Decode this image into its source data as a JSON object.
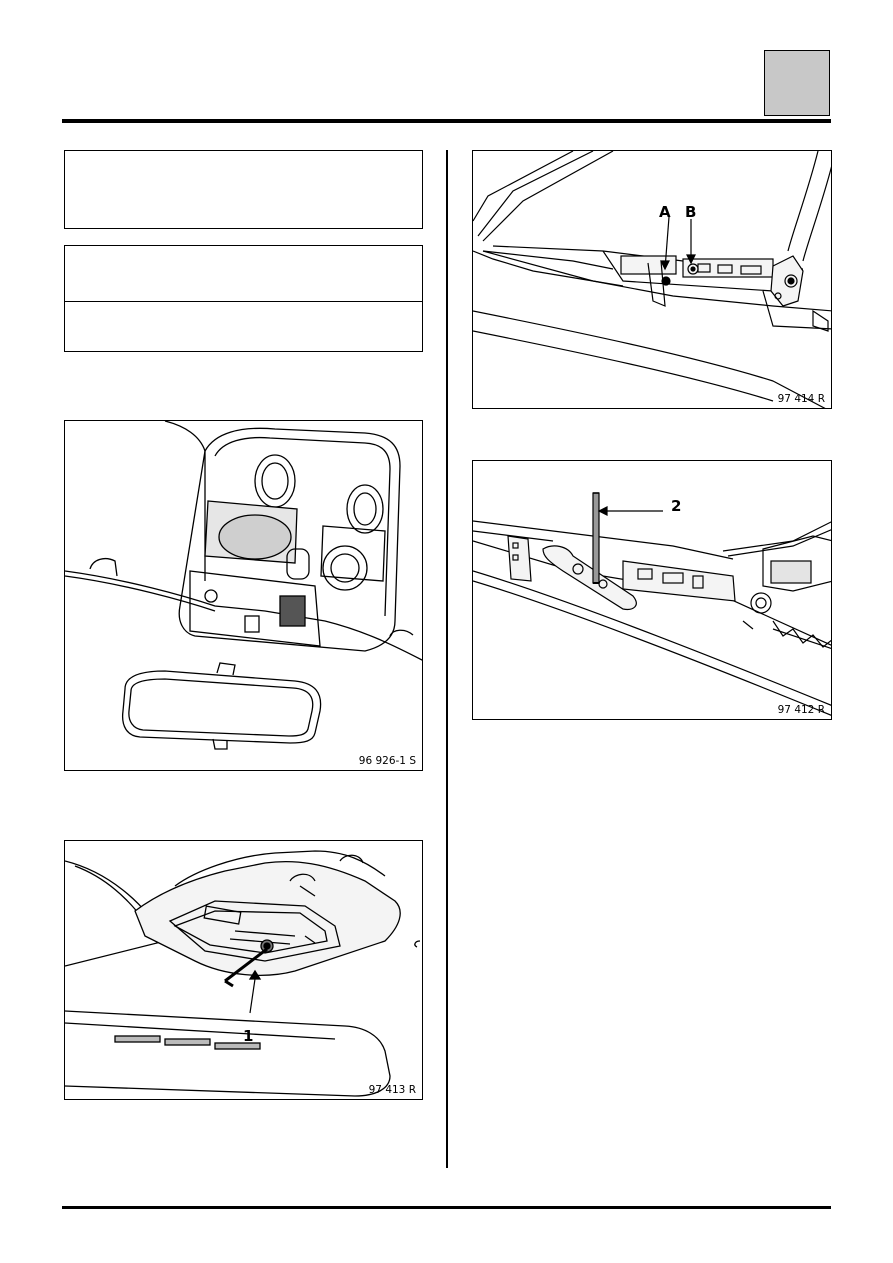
{
  "figures": {
    "fig1": {
      "ref": "96 926-1 S"
    },
    "fig2": {
      "ref": "97 413 R",
      "callout": "1"
    },
    "fig3": {
      "ref": "97 414 R",
      "callout_a": "A",
      "callout_b": "B"
    },
    "fig4": {
      "ref": "97 412 R",
      "callout": "2"
    }
  }
}
